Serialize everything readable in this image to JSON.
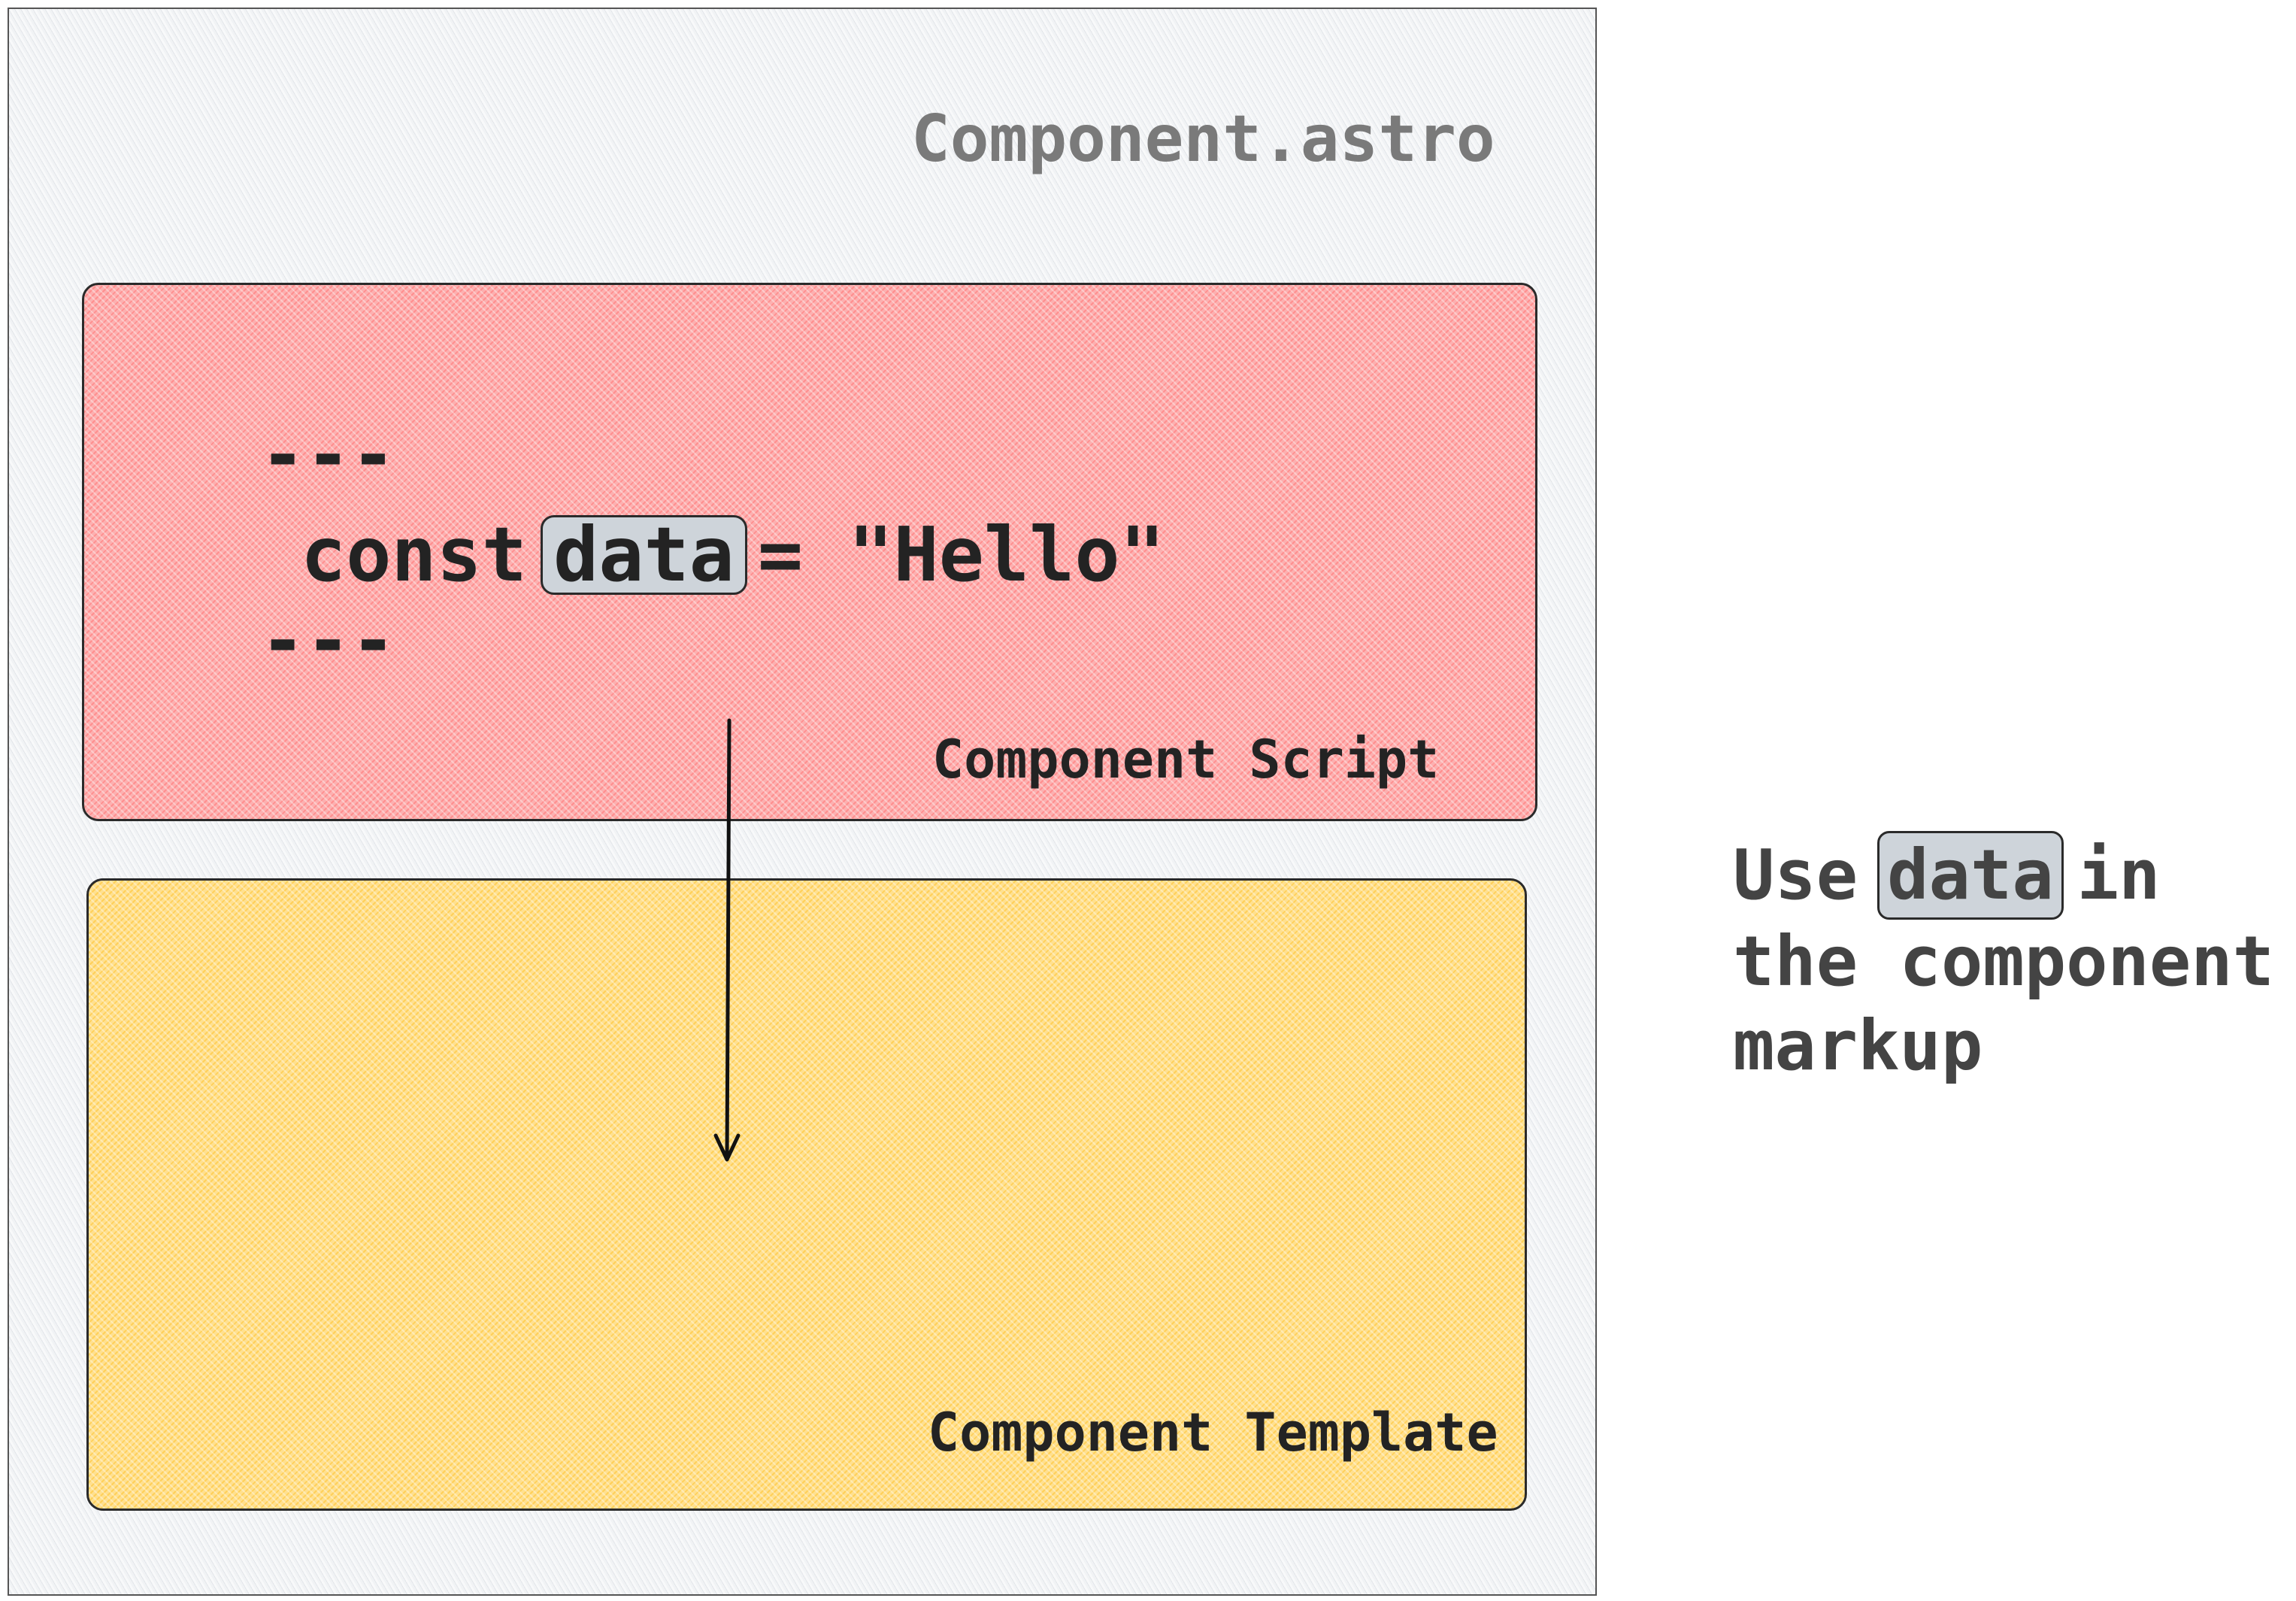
{
  "file_title": "Component.astro",
  "script_section": {
    "fence_open": "---",
    "code": {
      "keyword": "const",
      "variable": "data",
      "operator": "=",
      "value": "\"Hello\""
    },
    "fence_close": "---",
    "label": "Component Script",
    "fill_color": "#ff8787"
  },
  "template_section": {
    "label": "Component Template",
    "fill_color": "#ffd43b"
  },
  "annotation": {
    "line1_before": "Use",
    "highlight": "data",
    "line1_after": "in",
    "line2": "the component",
    "line3": "markup"
  },
  "arrow": {
    "from": "script_section",
    "to": "template_section"
  }
}
